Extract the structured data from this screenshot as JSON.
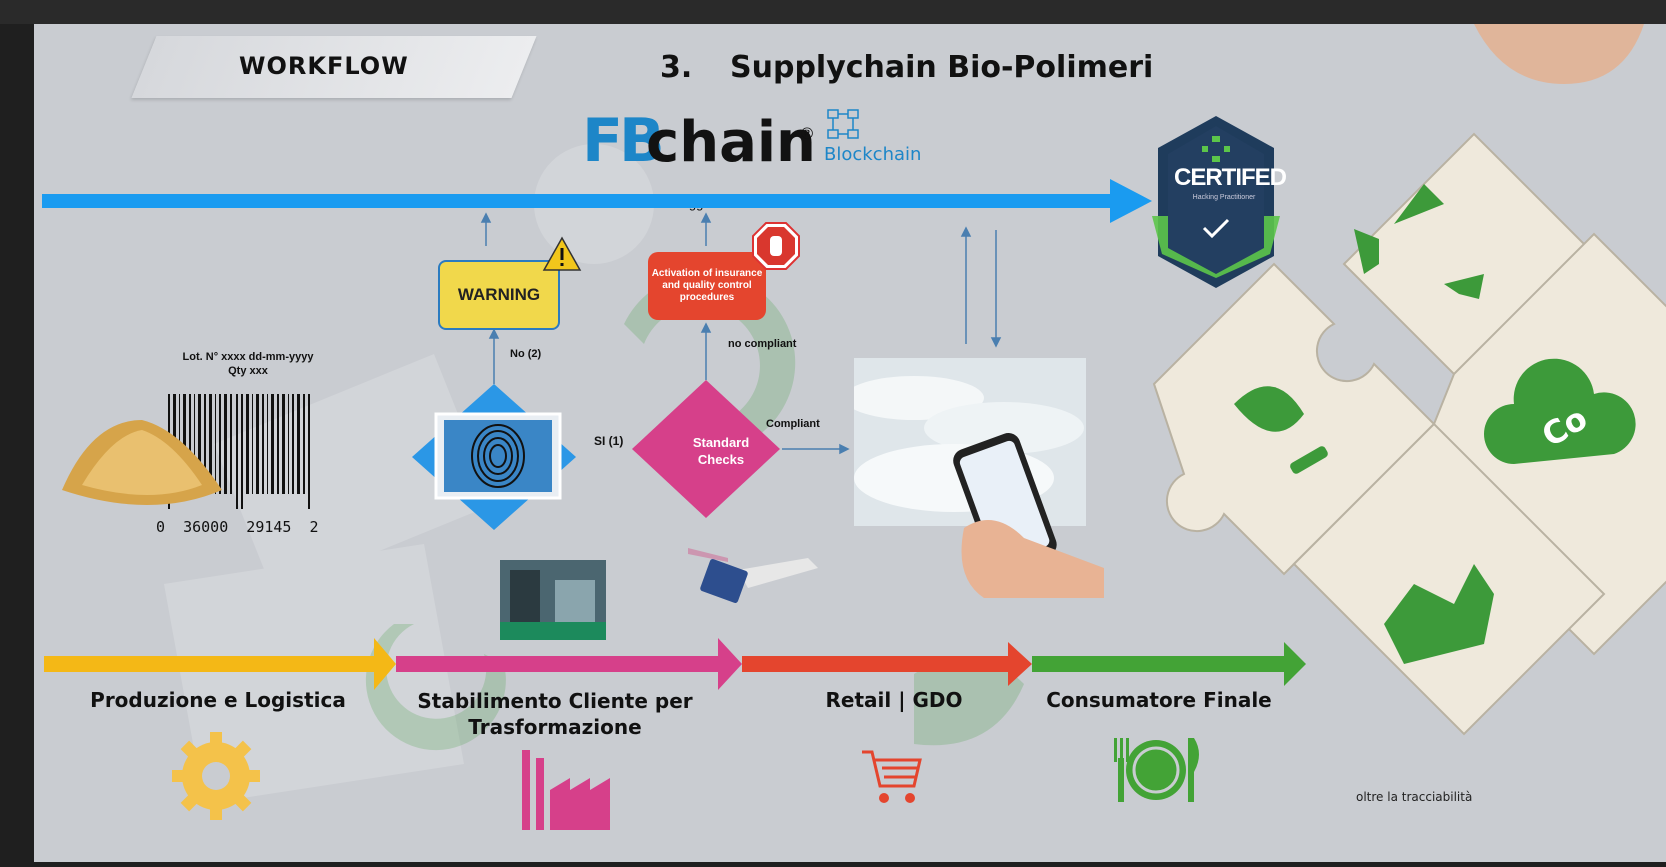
{
  "header": {
    "tab_label": "WORKFLOW",
    "title_number": "3.",
    "title": "Supplychain Bio-Polimeri"
  },
  "logo": {
    "brand_prefix": "FB",
    "brand_word": "chain",
    "registered": "®",
    "blockchain": "Blockchain",
    "subtitle": "Sistema di monitoraggio e controllo costante di filiera"
  },
  "certified": {
    "label": "CERTIFED",
    "sub": "Hacking Practitioner"
  },
  "product": {
    "lot": "Lot. N° xxxx dd-mm-yyyy",
    "qty": "Qty xxx",
    "barcode": "0  36000  29145  2"
  },
  "flow": {
    "warning": "WARNING",
    "no_label": "No (2)",
    "si_label": "SI (1)",
    "activation": "Activation of insurance and quality control procedures",
    "no_compliant": "no compliant",
    "standard_checks_1": "Standard",
    "standard_checks_2": "Checks",
    "compliant": "Compliant"
  },
  "stages": [
    {
      "label": "Produzione e Logistica",
      "color": "#f4b816"
    },
    {
      "label": "Stabilimento Cliente per",
      "label2": "Trasformazione",
      "color": "#d6408a"
    },
    {
      "label": "Retail | GDO",
      "color": "#e4452e"
    },
    {
      "label": "Consumatore Finale",
      "color": "#43a336"
    }
  ],
  "footer": {
    "note": "oltre la tracciabilità"
  },
  "colors": {
    "blockchain_arrow": "#1a9bf0",
    "green": "#3d9a3a",
    "pink": "#d6408a"
  },
  "icons": [
    "gear-icon",
    "factory-icon",
    "shopping-cart-icon",
    "plate-cutlery-icon",
    "recycle-icon",
    "leaf-plug-icon",
    "co2-cloud-icon",
    "green-factory-icon",
    "fingerprint-icon",
    "stop-hand-icon",
    "warning-triangle-icon",
    "certified-badge-icon"
  ]
}
